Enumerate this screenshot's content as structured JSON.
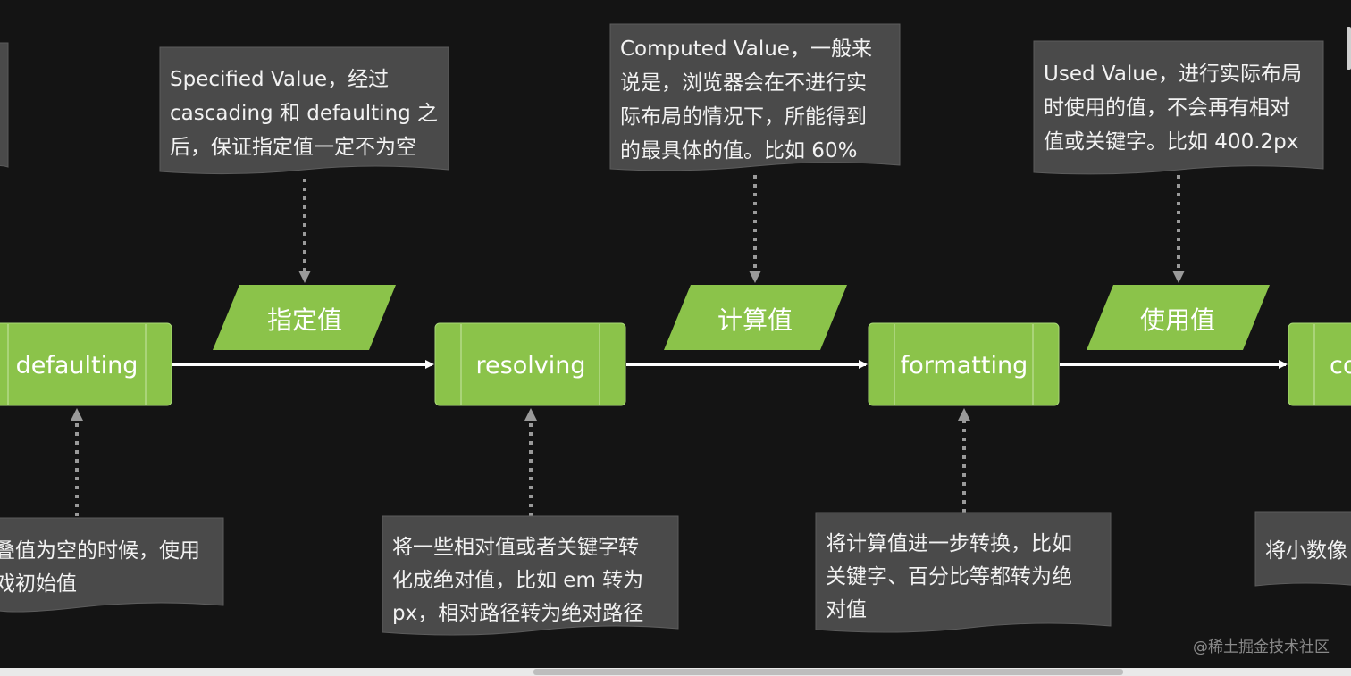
{
  "colors": {
    "background": "#141414",
    "note_fill": "#4a4a4a",
    "process_fill": "#8bc34a",
    "data_fill": "#8bc34a",
    "arrow": "#ffffff",
    "dotted_connector": "#9a9a9a"
  },
  "notes": {
    "top_left_partial": {
      "lines": []
    },
    "specified": {
      "lines": [
        "Specified Value，经过",
        "cascading 和 defaulting 之",
        "后，保证指定值一定不为空"
      ]
    },
    "computed": {
      "lines": [
        "Computed Value，一般来",
        "说是，浏览器会在不进行实",
        "际布局的情况下，所能得到",
        "的最具体的值。比如 60%"
      ]
    },
    "used": {
      "lines": [
        "Used Value，进行实际布局",
        "时使用的值，不会再有相对",
        "值或关键字。比如 400.2px"
      ]
    },
    "defaulting": {
      "lines": [
        "叠值为空的时候，使用",
        "戏初始值"
      ]
    },
    "resolving": {
      "lines": [
        "将一些相对值或者关键字转",
        "化成绝对值，比如 em 转为",
        "px，相对路径转为绝对路径"
      ]
    },
    "formatting": {
      "lines": [
        "将计算值进一步转换，比如",
        "关键字、百分比等都转为绝",
        "对值"
      ]
    },
    "last_partial": {
      "lines": [
        "将小数像"
      ]
    }
  },
  "processes": {
    "defaulting": "defaulting",
    "resolving": "resolving",
    "formatting": "formatting",
    "last_partial": "co"
  },
  "data_values": {
    "specified": "指定值",
    "computed": "计算值",
    "used": "使用值"
  },
  "watermark": "@稀土掘金技术社区"
}
